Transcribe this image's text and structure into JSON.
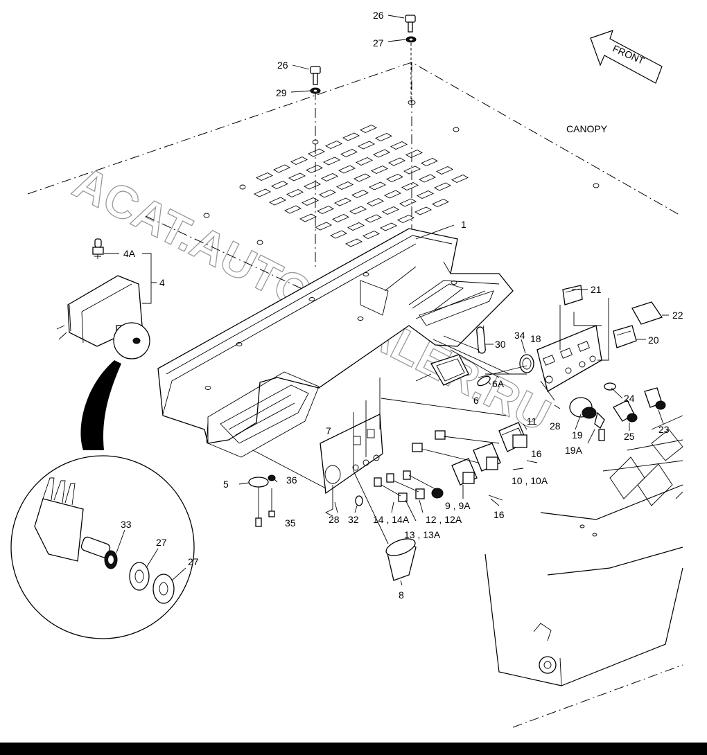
{
  "labels": {
    "canopy": "CANOPY",
    "front": "FRONT",
    "watermark": "ACAT.AUTODEALER.RU",
    "callouts": [
      {
        "id": "c26a",
        "text": "26"
      },
      {
        "id": "c27a",
        "text": "27"
      },
      {
        "id": "c26b",
        "text": "26"
      },
      {
        "id": "c29",
        "text": "29"
      },
      {
        "id": "c1",
        "text": "1"
      },
      {
        "id": "c4a",
        "text": "4A"
      },
      {
        "id": "c4",
        "text": "4"
      },
      {
        "id": "c21",
        "text": "21"
      },
      {
        "id": "c22",
        "text": "22"
      },
      {
        "id": "c20",
        "text": "20"
      },
      {
        "id": "c30",
        "text": "30"
      },
      {
        "id": "c34",
        "text": "34"
      },
      {
        "id": "c18",
        "text": "18"
      },
      {
        "id": "c6a",
        "text": "6A"
      },
      {
        "id": "c6",
        "text": "6"
      },
      {
        "id": "c24",
        "text": "24"
      },
      {
        "id": "c11",
        "text": "11"
      },
      {
        "id": "c28a",
        "text": "28"
      },
      {
        "id": "c19",
        "text": "19"
      },
      {
        "id": "c25",
        "text": "25"
      },
      {
        "id": "c23",
        "text": "23"
      },
      {
        "id": "c19a",
        "text": "19A"
      },
      {
        "id": "c16a",
        "text": "16"
      },
      {
        "id": "c7",
        "text": "7"
      },
      {
        "id": "c1010a",
        "text": "10 , 10A"
      },
      {
        "id": "c5",
        "text": "5"
      },
      {
        "id": "c36",
        "text": "36"
      },
      {
        "id": "c99a",
        "text": "9 , 9A"
      },
      {
        "id": "c16b",
        "text": "16"
      },
      {
        "id": "c28b",
        "text": "28"
      },
      {
        "id": "c32",
        "text": "32"
      },
      {
        "id": "c1414a",
        "text": "14 , 14A"
      },
      {
        "id": "c1212a",
        "text": "12 , 12A"
      },
      {
        "id": "c35",
        "text": "35"
      },
      {
        "id": "c1313a",
        "text": "13 , 13A"
      },
      {
        "id": "c33",
        "text": "33"
      },
      {
        "id": "c27b",
        "text": "27"
      },
      {
        "id": "c27c",
        "text": "27"
      },
      {
        "id": "c8",
        "text": "8"
      }
    ]
  }
}
